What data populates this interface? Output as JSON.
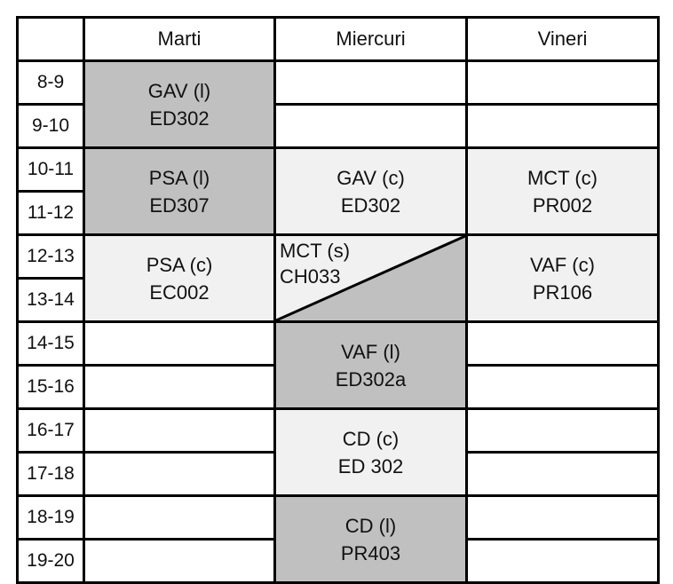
{
  "header": {
    "corner": "",
    "days": [
      "Marti",
      "Miercuri",
      "Vineri"
    ]
  },
  "times": [
    "8-9",
    "9-10",
    "10-11",
    "11-12",
    "12-13",
    "13-14",
    "14-15",
    "15-16",
    "16-17",
    "17-18",
    "18-19",
    "19-20"
  ],
  "marti": {
    "gav_l": {
      "course": "GAV (l)",
      "room": "ED302"
    },
    "psa_l": {
      "course": "PSA (l)",
      "room": "ED307"
    },
    "psa_c": {
      "course": "PSA (c)",
      "room": "EC002"
    }
  },
  "miercuri": {
    "gav_c": {
      "course": "GAV (c)",
      "room": "ED302"
    },
    "mct_s": {
      "course": "MCT (s)",
      "room": "CH033"
    },
    "vaf_l": {
      "course": "VAF (l)",
      "room": "ED302a"
    },
    "cd_c": {
      "course": "CD (c)",
      "room": "ED 302"
    },
    "cd_l": {
      "course": "CD (l)",
      "room": "PR403"
    }
  },
  "vineri": {
    "mct_c": {
      "course": "MCT (c)",
      "room": "PR002"
    },
    "vaf_c": {
      "course": "VAF (c)",
      "room": "PR106"
    }
  },
  "colors": {
    "lab": "#c0c0c0",
    "course": "#f1f1f1",
    "grid": "#000000"
  }
}
